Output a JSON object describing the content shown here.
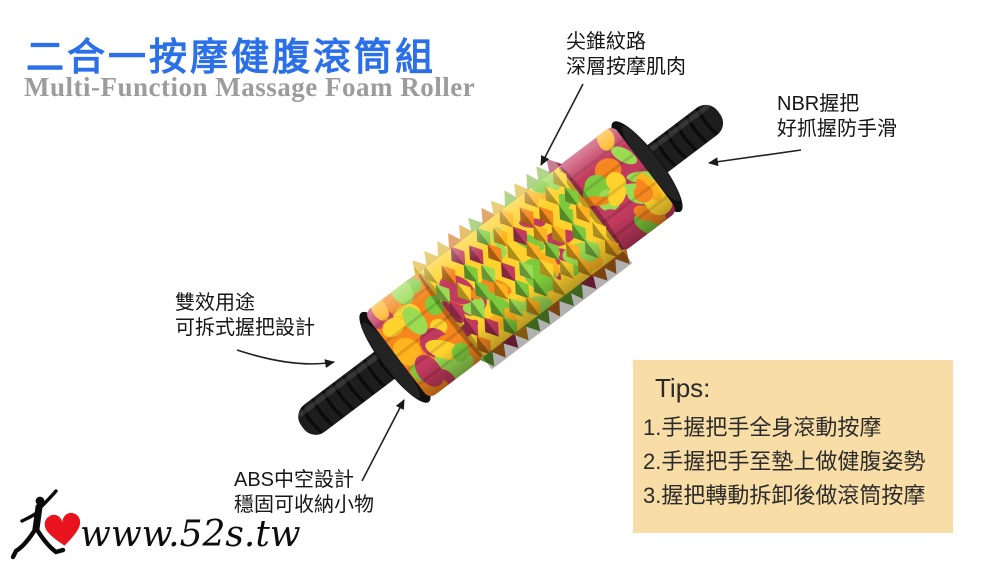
{
  "header": {
    "title": "二合一按摩健腹滾筒組",
    "subtitle": "Multi-Function Massage Foam Roller",
    "title_color": "#2B70E8",
    "subtitle_color": "#9C9C9C"
  },
  "callouts": {
    "spike": {
      "lines": [
        "尖錐紋路",
        "深層按摩肌肉"
      ]
    },
    "nbr": {
      "lines": [
        "NBR握把",
        "好抓握防手滑"
      ]
    },
    "dual": {
      "lines": [
        "雙效用途",
        "可拆式握把設計"
      ]
    },
    "abs": {
      "lines": [
        "ABS中空設計",
        "穩固可收納小物"
      ]
    }
  },
  "tips": {
    "title": "Tips:",
    "items": [
      "1.手握把手全身滾動按摩",
      "2.手握把手至墊上做健腹姿勢",
      "3.握把轉動拆卸後做滾筒按摩"
    ],
    "background": "#F8DEA6",
    "text_color": "#2b2b2b"
  },
  "watermark": {
    "url_text": "www.52s.tw",
    "heart_color": "#E8131D",
    "figure_color": "#0b0b0b"
  },
  "product": {
    "name": "massage-foam-roller",
    "palette": [
      "#F5871E",
      "#FFD22E",
      "#7DCB3C",
      "#C23A5E",
      "#9ADB52",
      "#FFB31F"
    ],
    "handle_color": "#1d1d1d",
    "rim_color": "#101010",
    "arrow_color": "#222222"
  }
}
